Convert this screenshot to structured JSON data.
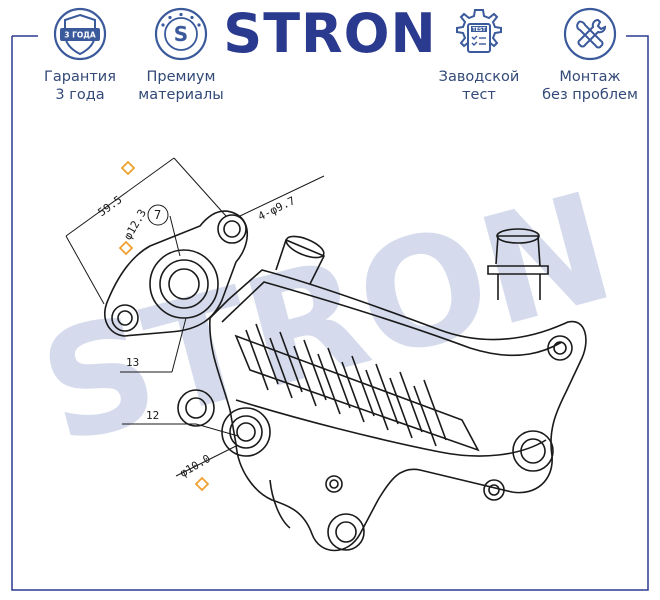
{
  "brand": {
    "name": "STRON"
  },
  "features": [
    {
      "icon": "shield-badge-icon",
      "badge_text": "3 ГОДА",
      "line1": "Гарантия",
      "line2": "3 года"
    },
    {
      "icon": "premium-seal-icon",
      "badge_text": "S",
      "line1": "Премиум",
      "line2": "материалы"
    },
    {
      "icon": "test-gear-icon",
      "badge_text": "TEST",
      "line1": "Заводской",
      "line2": "тест"
    },
    {
      "icon": "tools-icon",
      "line1": "Монтаж",
      "line2": "без проблем"
    }
  ],
  "drawing": {
    "watermark": "STRON",
    "dimensions": {
      "d1": "59.5",
      "d2": "4-φ9.7",
      "d3": "φ12.3",
      "d4": "7",
      "d5": "13",
      "d6": "12",
      "d7": "φ10.0"
    }
  },
  "colors": {
    "brand": "#2a3a8f",
    "icon": "#3a5a9c",
    "text": "#334a78",
    "frame": "#2a3a8f",
    "diamond": "#f0a030",
    "watermark": "#c8cfe6"
  }
}
